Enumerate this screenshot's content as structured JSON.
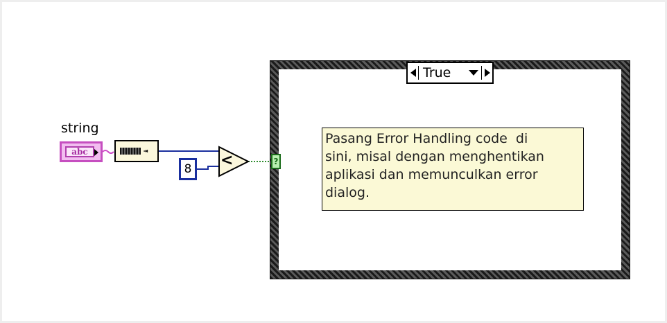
{
  "diagram": {
    "control_label": "string",
    "string_terminal_text": "abc",
    "numeric_constant": "8",
    "comparison_symbol": "<",
    "case_selector_value": "True",
    "selector_terminal_symbol": "?",
    "comment_text": "Pasang Error Handling code  di\nsini, misal dengan menghentikan\naplikasi dan memunculkan error\ndialog.",
    "colors": {
      "string_wire": "#d04ec8",
      "numeric_wire": "#1a2f9e",
      "boolean_wire": "#2e8b2e",
      "case_frame": "#2e2e2e",
      "comment_bg": "#fbf9d6"
    },
    "icons": [
      "string-length-icon",
      "less-than-icon",
      "decrement-icon",
      "increment-icon",
      "dropdown-icon"
    ]
  }
}
